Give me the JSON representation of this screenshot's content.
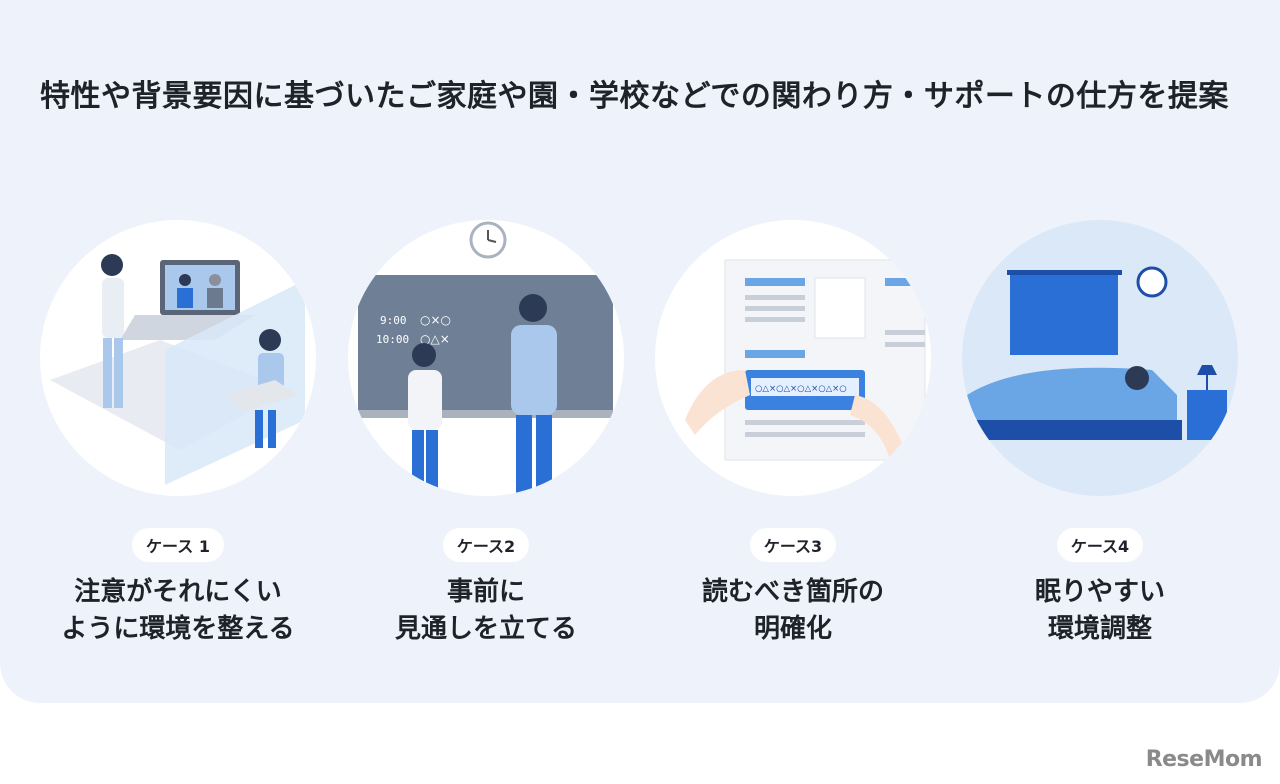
{
  "title": "特性や背景要因に基づいたご家庭や園・学校などでの関わり方・サポートの仕方を提案",
  "cases": [
    {
      "badge": "ケース 1",
      "line1": "注意がそれにくい",
      "line2": "ように環境を整える"
    },
    {
      "badge": "ケース2",
      "line1": "事前に",
      "line2": "見通しを立てる"
    },
    {
      "badge": "ケース3",
      "line1": "読むべき箇所の",
      "line2": "明確化"
    },
    {
      "badge": "ケース4",
      "line1": "眠りやすい",
      "line2": "環境調整"
    }
  ],
  "board": {
    "row1_time": "9:00",
    "row1_marks": "○×○",
    "row2_time": "10:00",
    "row2_marks": "○△×"
  },
  "highlight_text": "○△×○△×○△×○△×○",
  "logo": "ReseMom",
  "colors": {
    "background": "#eef3fb",
    "accent": "#2a6fd6",
    "dark_blue": "#1e4fa8"
  }
}
